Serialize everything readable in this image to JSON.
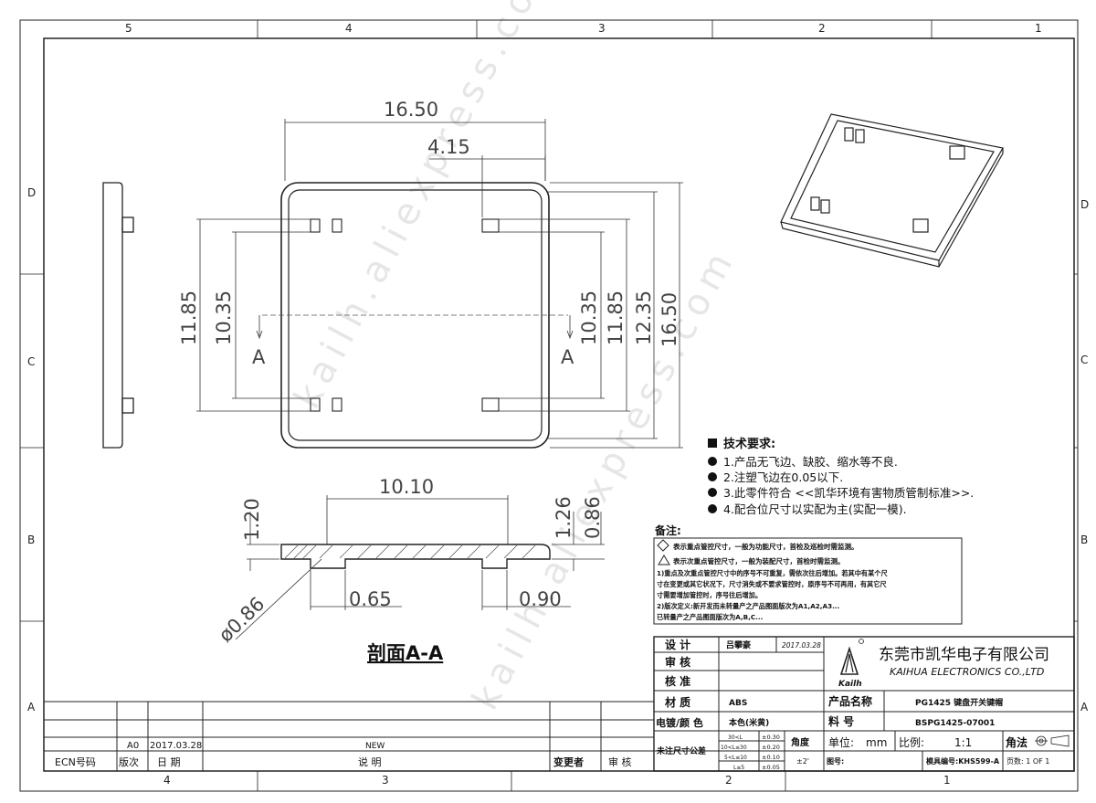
{
  "zones": {
    "top": [
      "5",
      "4",
      "3",
      "2",
      "1"
    ],
    "bottom": [
      "4",
      "3",
      "2",
      "1"
    ],
    "left": [
      "D",
      "C",
      "B",
      "A"
    ],
    "right": [
      "D",
      "C",
      "B",
      "A"
    ]
  },
  "dimensions": {
    "width_outer": "16.50",
    "offset": "4.15",
    "left_outer": "11.85",
    "left_inner": "10.35",
    "right_inner": "10.35",
    "right_mid": "11.85",
    "right_mid2": "12.35",
    "right_outer": "16.50",
    "section_width": "10.10",
    "section_height": "1.20",
    "section_r1": "1.26",
    "section_r2": "0.86",
    "diameter": "ø0.86",
    "gap_left": "0.65",
    "gap_right": "0.90"
  },
  "section_marker": "A",
  "section_title": "剖面A-A",
  "watermark": "kailh.aliexpress.com",
  "tech": {
    "heading": "技术要求:",
    "items": [
      "1.产品无飞边、缺胶、缩水等不良.",
      "2.注塑飞边在0.05以下.",
      "3.此零件符合 <<凯华环境有害物质管制标准>>.",
      "4.配合位尺寸以实配为主(实配一模)."
    ]
  },
  "notes": {
    "heading": "备注:",
    "lines": [
      "表示重点管控尺寸，一般为功能尺寸，首检及巡检时需监测。",
      "表示次重点管控尺寸，一般为装配尺寸，首检时需监测。",
      "1)重点及次重点管控尺寸中的序号不可重复，需依次往后增加。若其中有某个尺",
      "寸在变更或其它状况下，尺寸消失或不要求管控时，原序号不可再用，有其它尺",
      "寸需要增加管控时，序号往后增加。",
      "2)版次定义:新开发而未转量产之产品图面版次为A1,A2,A3...",
      "已转量产之产品图面版次为A,B,C..."
    ]
  },
  "title_block": {
    "design_label": "设 计",
    "designer": "吕攀豪",
    "design_date": "2017.03.28",
    "review_label": "审 核",
    "approve_label": "核 准",
    "material_label": "材 质",
    "material": "ABS",
    "plating_label": "电镀/颜 色",
    "color": "本色(米黄)",
    "tolerance_label": "未注尺寸公差",
    "tolerances": [
      [
        "30<L",
        "±0.30"
      ],
      [
        "10<L≤30",
        "±0.20"
      ],
      [
        "5<L≤10",
        "±0.10"
      ],
      [
        "L≤5",
        "±0.05"
      ]
    ],
    "angle_label": "角度",
    "angle_value": "±2'",
    "company_cn": "东莞市凯华电子有限公司",
    "company_en": "KAIHUA ELECTRONICS CO.,LTD",
    "logo_text": "Kailh",
    "product_label": "产品名称",
    "product_name": "PG1425 键盘开关键帽",
    "part_label": "料 号",
    "part_no": "BSPG1425-07001",
    "unit_label": "单位:",
    "unit": "mm",
    "scale_label": "比例:",
    "scale": "1:1",
    "projection_label": "角法",
    "drawing_no_label": "图号:",
    "mold_label": "模具编号:KHS599-A",
    "pages": "页数: 1 OF 1"
  },
  "revision": {
    "rev": "A0",
    "date": "2017.03.28",
    "desc": "NEW",
    "ecn_label": "ECN号码",
    "rev_label": "版次",
    "date_label": "日 期",
    "desc_label": "说 明",
    "changer_label": "变更者",
    "review_label": "审 核"
  }
}
